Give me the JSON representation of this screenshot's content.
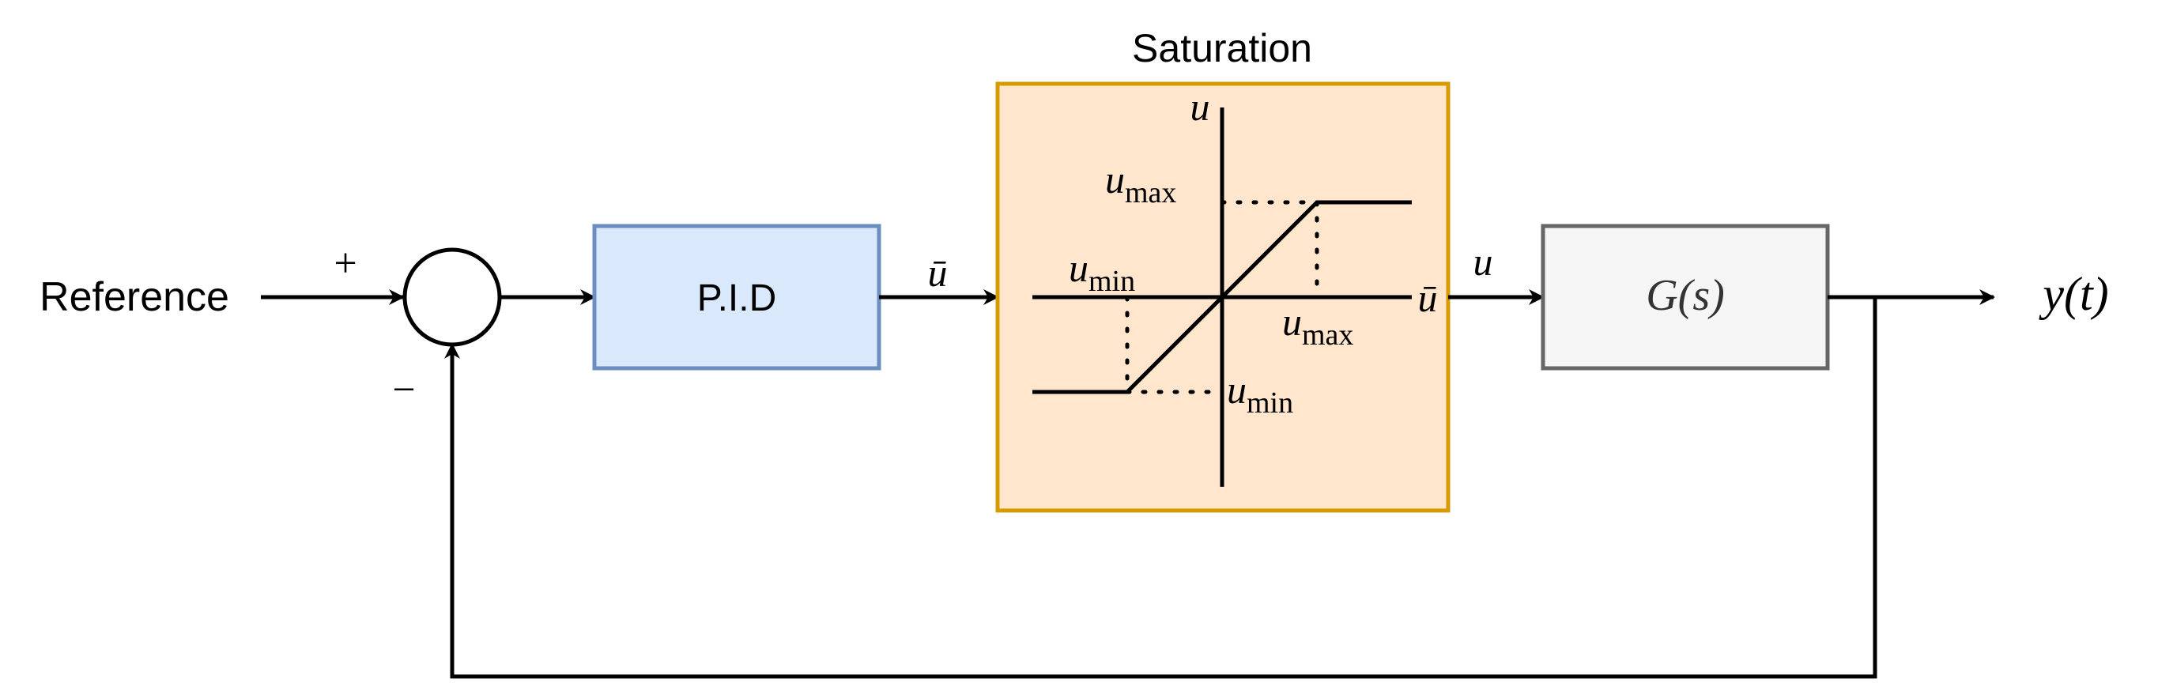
{
  "labels": {
    "reference": "Reference",
    "plus": "+",
    "minus": "−",
    "pid": "P.I.D",
    "saturation_title": "Saturation",
    "u_bar_in": "ū",
    "u_out": "u",
    "plant": "G(s)",
    "output": "y(t)"
  },
  "saturation_plot": {
    "vertical_axis_label": "u",
    "horizontal_axis_label": "ū",
    "u_max_upper_base": "u",
    "u_max_upper_sub": "max",
    "u_min_left_base": "u",
    "u_min_left_sub": "min",
    "u_max_lower_base": "u",
    "u_max_lower_sub": "max",
    "u_min_lower_base": "u",
    "u_min_lower_sub": "min"
  },
  "colors": {
    "pid_fill": "#dae8fc",
    "pid_stroke": "#6c8ebf",
    "saturation_fill": "#ffe6cc",
    "saturation_stroke": "#d79b00",
    "plant_fill": "#f5f5f5",
    "plant_stroke": "#666666",
    "line": "#000000"
  }
}
